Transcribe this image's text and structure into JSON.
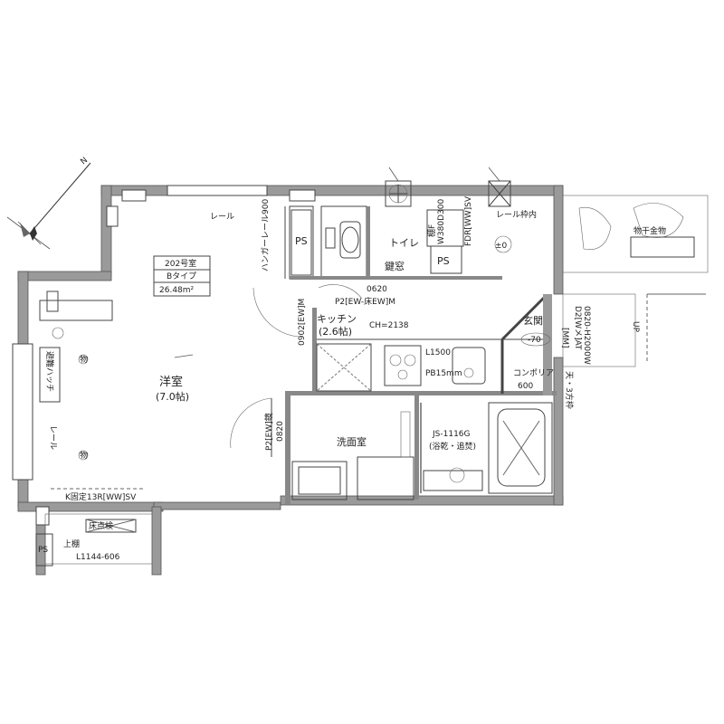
{
  "unit_info": {
    "room_no": "202号室",
    "type": "Bタイプ",
    "area": "26.48m²"
  },
  "rooms": {
    "western_room": "洋室",
    "western_room_size": "(7.0帖)",
    "kitchen": "キッチン",
    "kitchen_size": "(2.6帖)",
    "washroom": "洗面室",
    "toilet": "トイレ",
    "entrance": "玄関",
    "key_window": "鍵窓"
  },
  "labels": {
    "rail_top": "レール",
    "rail_left": "レール",
    "rail_frame": "レール枠内",
    "hanger_rail": "ハンガーレール900",
    "evac_hatch": "避難ハッチ",
    "ps_top": "PS",
    "ps_toilet": "PS",
    "ps_bottom": "PS",
    "shelf_label": "棚F",
    "shelf_dim": "W380D300",
    "door_fdr": "FDR[WW]SV",
    "level_mark": "±0",
    "level_entrance": "-70",
    "door_0620_top": "0620",
    "door_p2_top": "P2[EW-床EW]M",
    "ch": "CH=2138",
    "door_0902": "0902[EW]M",
    "door_p2_left": "P2[EW]鏡",
    "door_0820": "0820",
    "l1500": "L1500",
    "pb15": "PB15mm",
    "concrete": "コンポリア",
    "concrete_dim": "600",
    "bath_model": "JS-1116G",
    "bath_feature": "(浴乾・追焚)",
    "window_k": "K固定13R[WW]SV",
    "floor_check": "床点検",
    "upper_shelf": "上棚",
    "upper_shelf_dim": "L1144-606",
    "mm_label": "[MM]",
    "up_label": "UP",
    "entrance_door_a": "0820-H2000W",
    "entrance_door_b": "D2[Wメ]AT",
    "entrance_door_c": "天・3方枠",
    "balcony_note": "物干金物",
    "north": "N",
    "obj1": "物",
    "obj2": "物"
  }
}
